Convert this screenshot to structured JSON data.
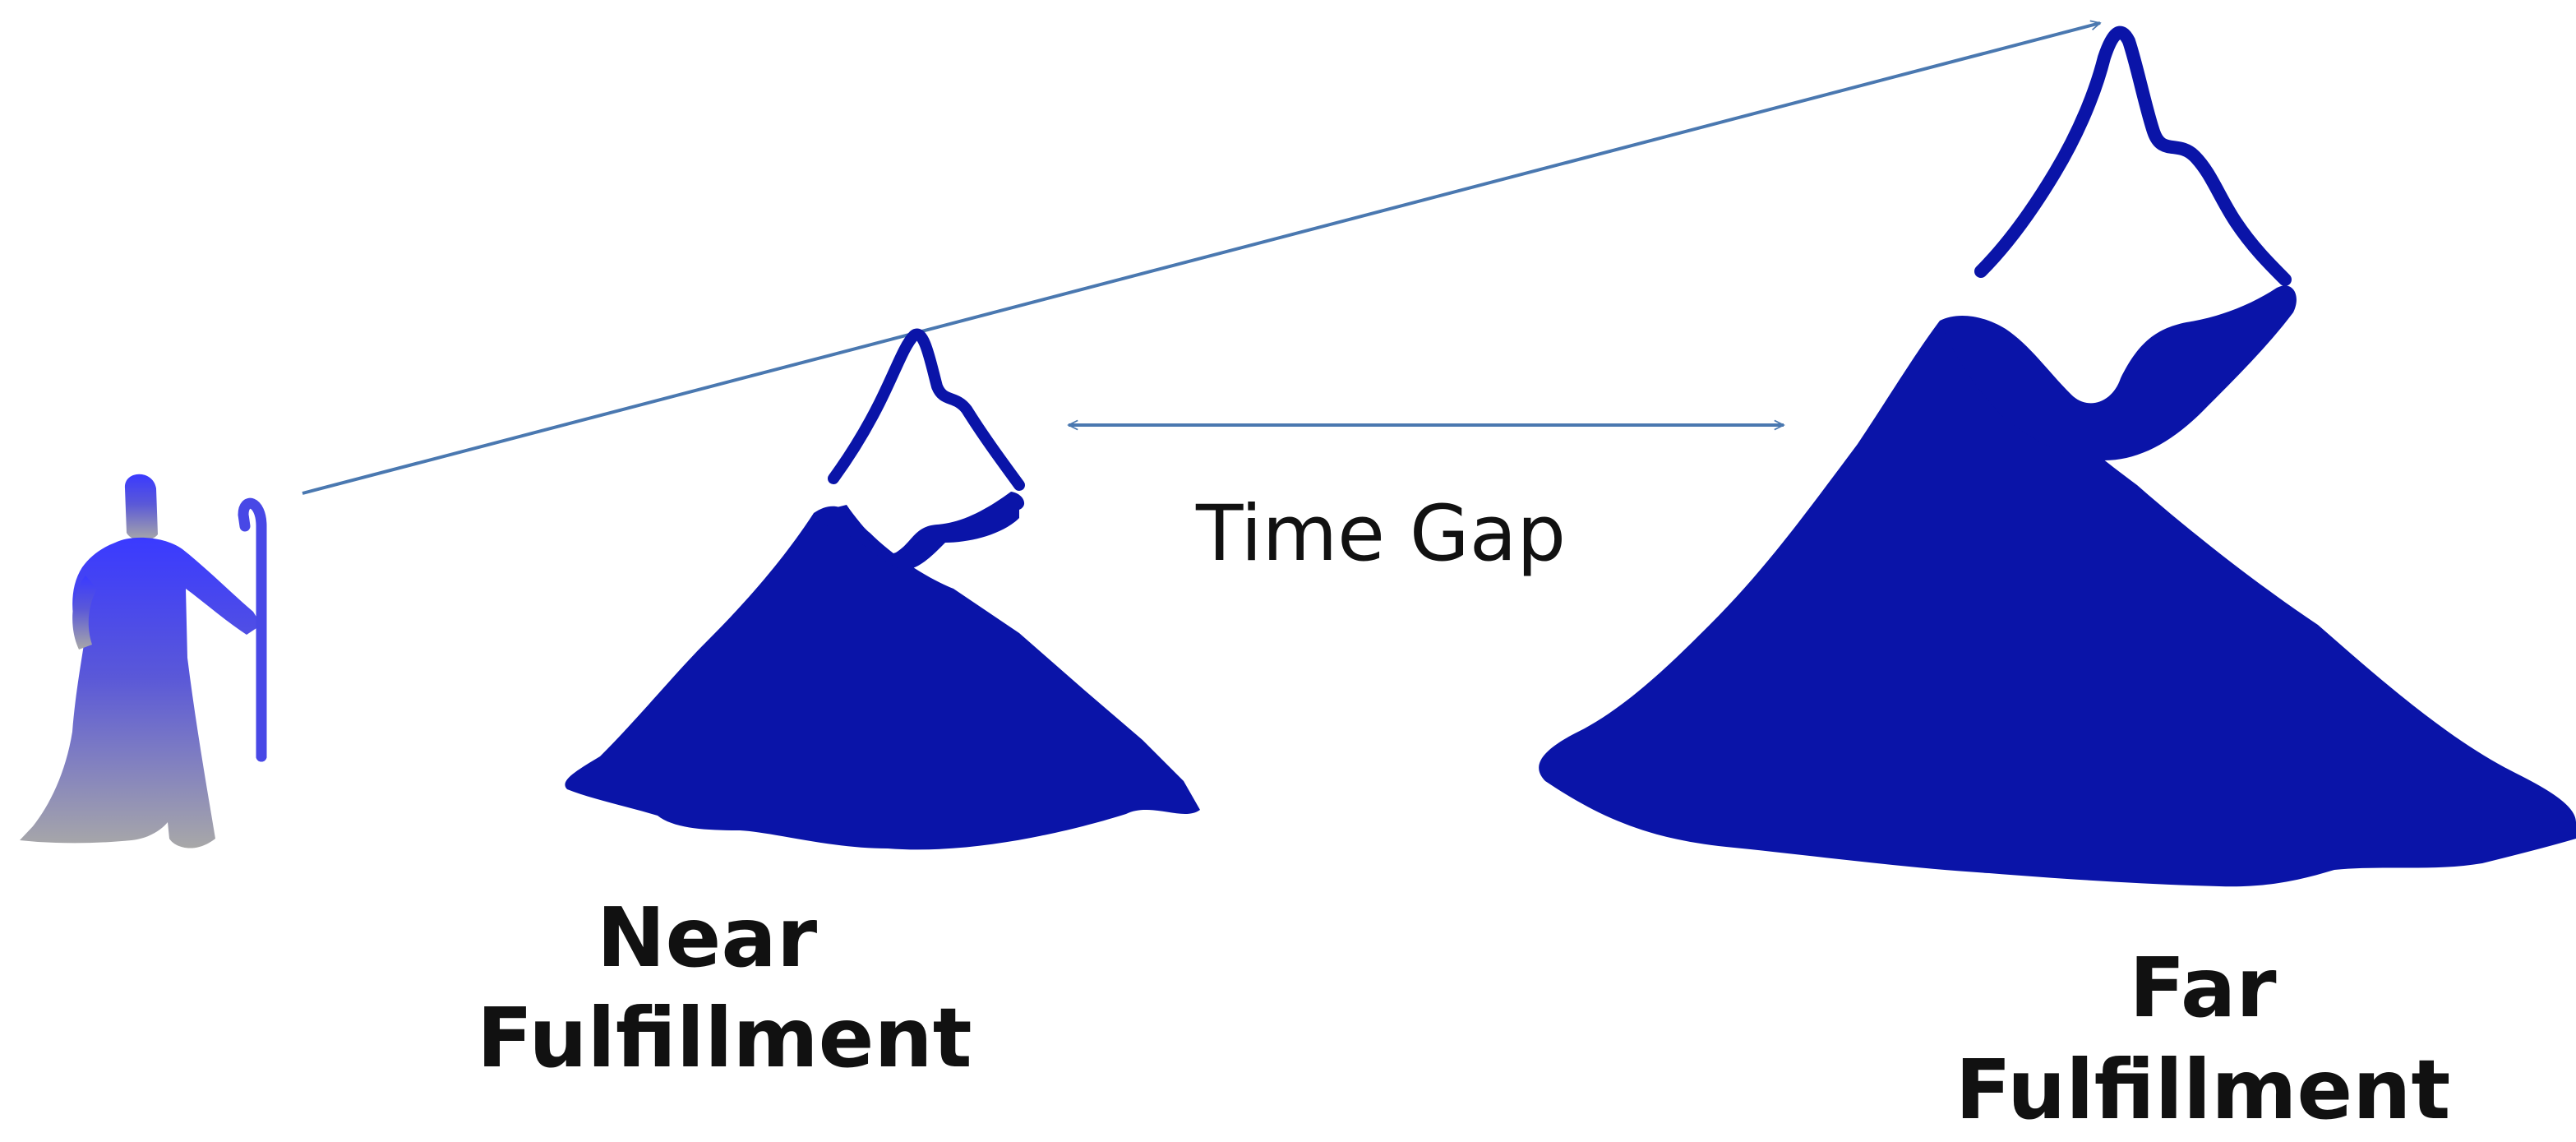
{
  "diagram": {
    "time_gap_label": "Time Gap",
    "near_label_line1": "Near",
    "near_label_line2": "Fulfillment",
    "far_label_line1": "Far",
    "far_label_line2": "Fulfillment"
  },
  "colors": {
    "mountain": "#0a14a8",
    "snow": "#ffffff",
    "arrow": "#4a78b0",
    "figure_top": "#3a3aff",
    "figure_bottom": "#a8a8a8"
  },
  "icons": {
    "prophet": "shepherd-figure-icon",
    "near_mountain": "mountain-icon",
    "far_mountain": "mountain-icon"
  }
}
